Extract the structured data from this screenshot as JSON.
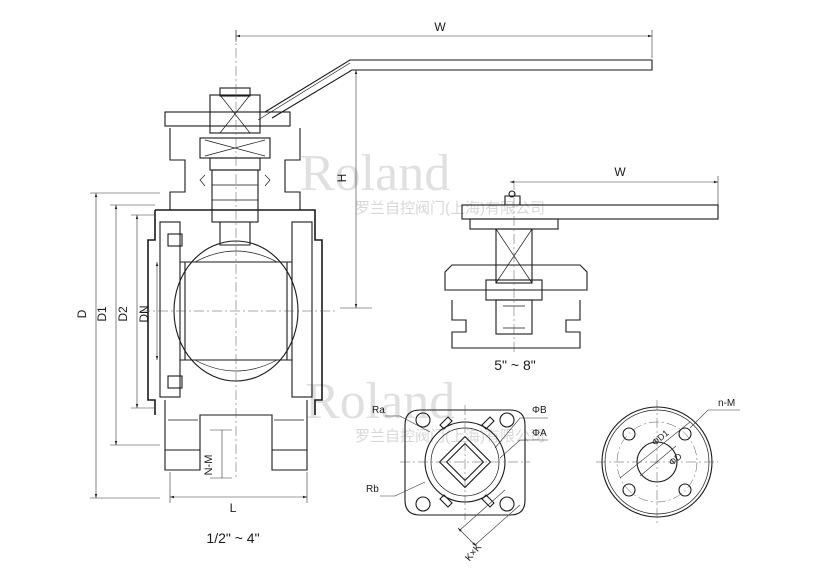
{
  "labels": {
    "w_top": "W",
    "w_small": "W",
    "h": "H",
    "d": "D",
    "d1": "D1",
    "d2": "D2",
    "dn": "DN",
    "nm_left": "N-M",
    "l": "L",
    "ra": "Ra",
    "rb": "Rb",
    "phi_b": "ΦB",
    "phi_a": "ΦA",
    "kxk": "K×K",
    "nm_flange": "n-M",
    "phi_d1": "ΦD1",
    "phi_d": "ΦD"
  },
  "captions": {
    "size_large": "1/2\" ~ 4\"",
    "size_small": "5\" ~ 8\""
  },
  "watermark": {
    "brand": "Roland",
    "subtitle": "罗兰自控阀门(上海)有限公司"
  }
}
